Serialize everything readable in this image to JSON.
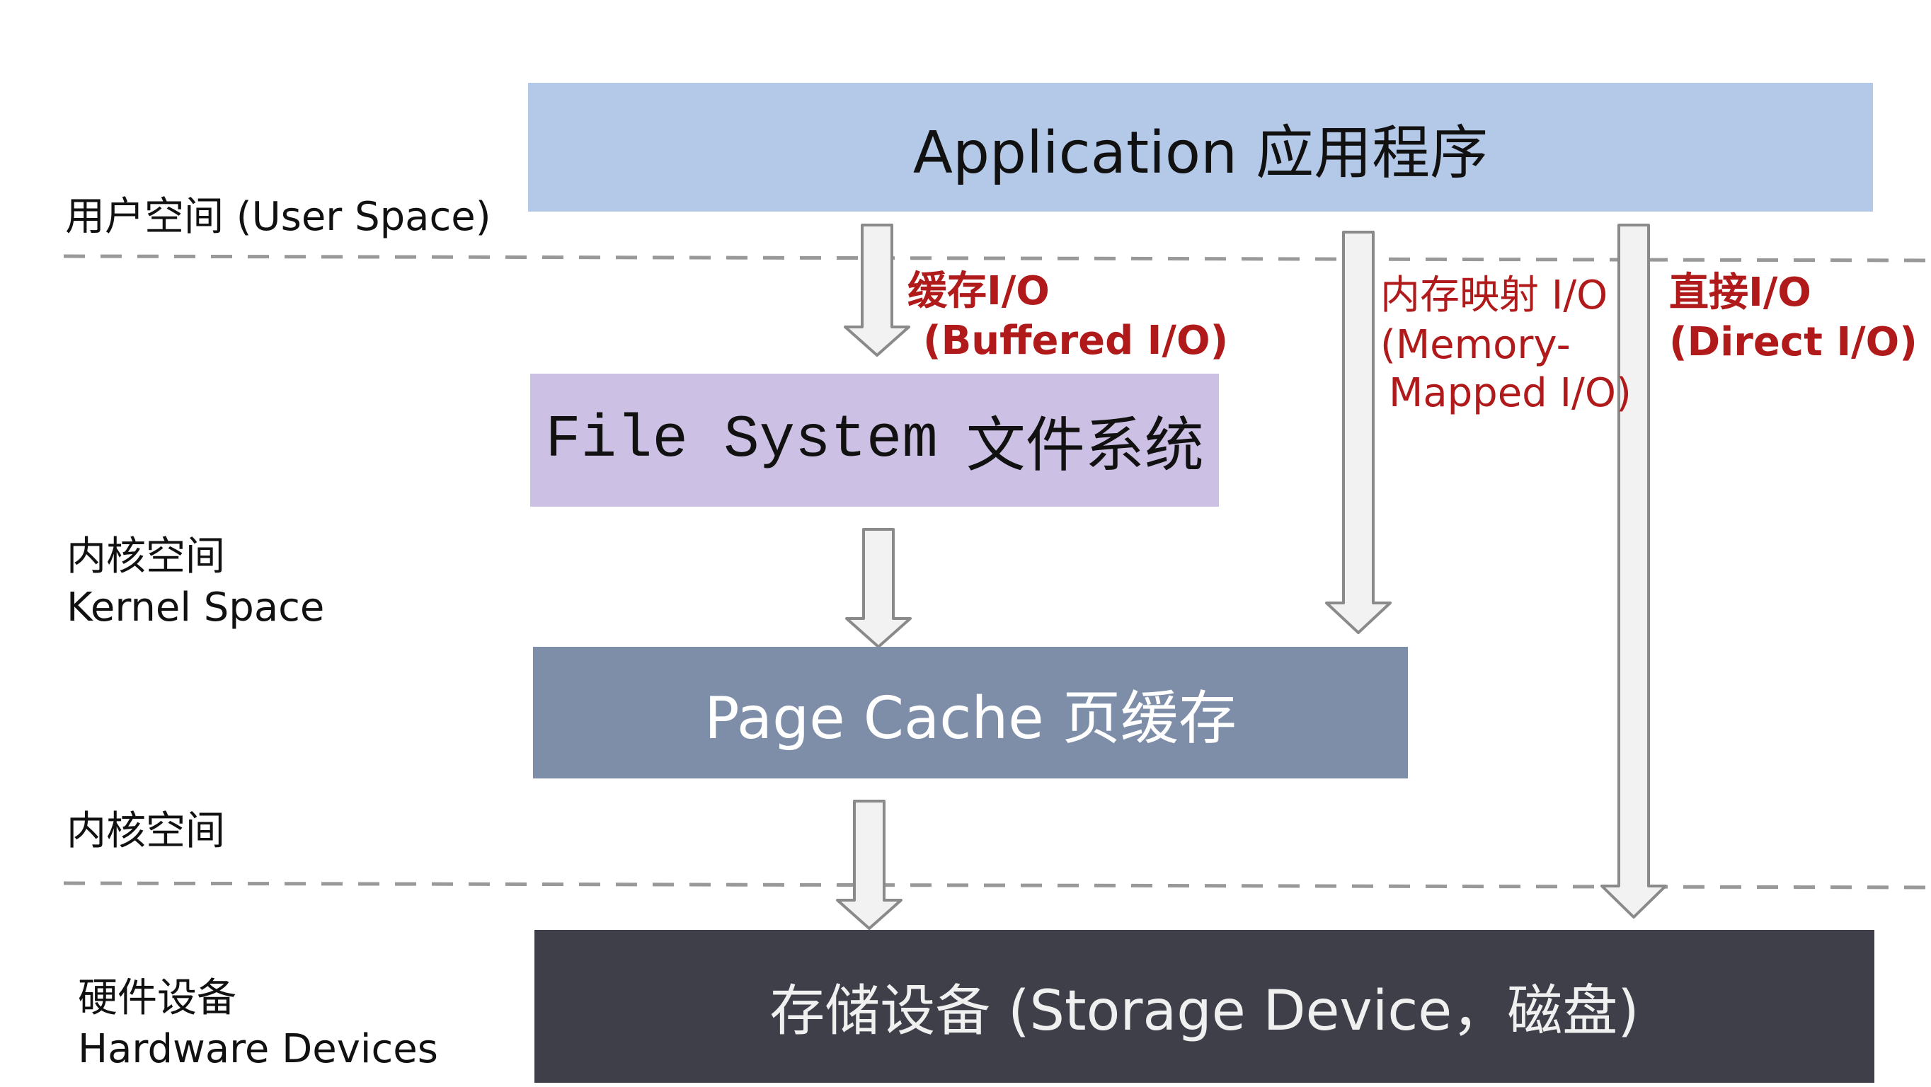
{
  "boxes": {
    "application": "Application 应用程序",
    "file_system_en": "File System",
    "file_system_cn": "文件系统",
    "page_cache": "Page Cache 页缓存",
    "storage": "存储设备 (Storage Device，磁盘)"
  },
  "side_labels": {
    "user_space": "用户空间 (User Space)",
    "kernel_space_cn": "内核空间",
    "kernel_space_en": "Kernel Space",
    "kernel_space_lower": "内核空间",
    "hardware_cn": "硬件设备",
    "hardware_en": "Hardware Devices"
  },
  "io_paths": {
    "buffered_cn": "缓存I/O",
    "buffered_en": "(Buffered I/O)",
    "mmap_line1": "内存映射 I/O",
    "mmap_line2": "(Memory-",
    "mmap_line3": "Mapped I/O)",
    "direct_cn": "直接I/O",
    "direct_en": "(Direct I/O)"
  },
  "colors": {
    "application_box": "#b4c8e8",
    "file_system_box": "#ccc0e4",
    "page_cache_box": "#7e8ea8",
    "storage_box": "#3e3f48",
    "io_label_red": "#b01a1a",
    "arrow_fill": "#f2f2f2",
    "arrow_stroke": "#8a8a8a",
    "dashed_line": "#999999"
  }
}
